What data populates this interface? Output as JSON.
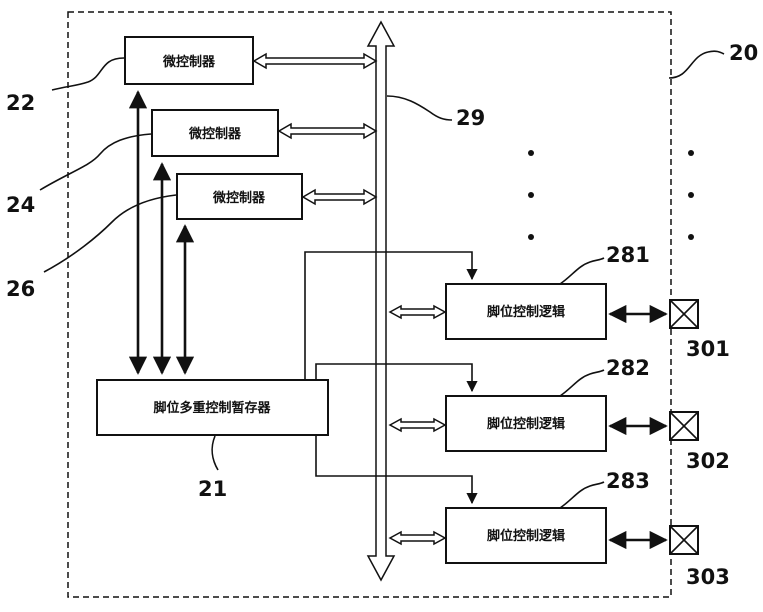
{
  "labels": {
    "mcu1": "微控制器",
    "mcu2": "微控制器",
    "mcu3": "微控制器",
    "register": "脚位多重控制暂存器",
    "pin_logic_1": "脚位控制逻辑",
    "pin_logic_2": "脚位控制逻辑",
    "pin_logic_3": "脚位控制逻辑"
  },
  "refs": {
    "chip": "20",
    "mcu1": "22",
    "mcu2": "24",
    "mcu3": "26",
    "bus": "29",
    "register": "21",
    "pin_logic_1": "281",
    "pin_logic_2": "282",
    "pin_logic_3": "283",
    "pin_1": "301",
    "pin_2": "302",
    "pin_3": "303"
  }
}
